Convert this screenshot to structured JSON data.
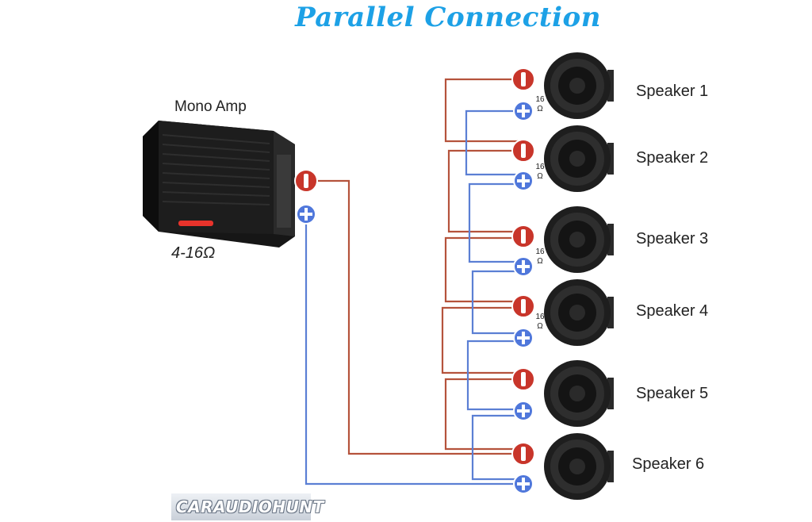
{
  "title": "Parallel Connection",
  "amp": {
    "label": "Mono Amp",
    "impedance": "4-16Ω",
    "body_color": "#1b1b1b",
    "accent_color": "#e8332b"
  },
  "speakers": [
    {
      "label": "Speaker 1",
      "impedance_num": "16",
      "impedance_unit": "Ω"
    },
    {
      "label": "Speaker 2",
      "impedance_num": "16",
      "impedance_unit": "Ω"
    },
    {
      "label": "Speaker 3",
      "impedance_num": "16",
      "impedance_unit": "Ω"
    },
    {
      "label": "Speaker 4",
      "impedance_num": "16",
      "impedance_unit": "Ω"
    },
    {
      "label": "Speaker 5"
    },
    {
      "label": "Speaker 6"
    }
  ],
  "terminal_icons": {
    "negative": "minus-terminal-icon",
    "positive": "plus-terminal-icon"
  },
  "colors": {
    "title": "#1da1e6",
    "negative_wire": "#b5533c",
    "positive_wire": "#5b7fd4",
    "negative_terminal": "#c8352a",
    "positive_terminal": "#4f77db"
  },
  "logo": {
    "text": "CARAUDIOHUNT"
  }
}
